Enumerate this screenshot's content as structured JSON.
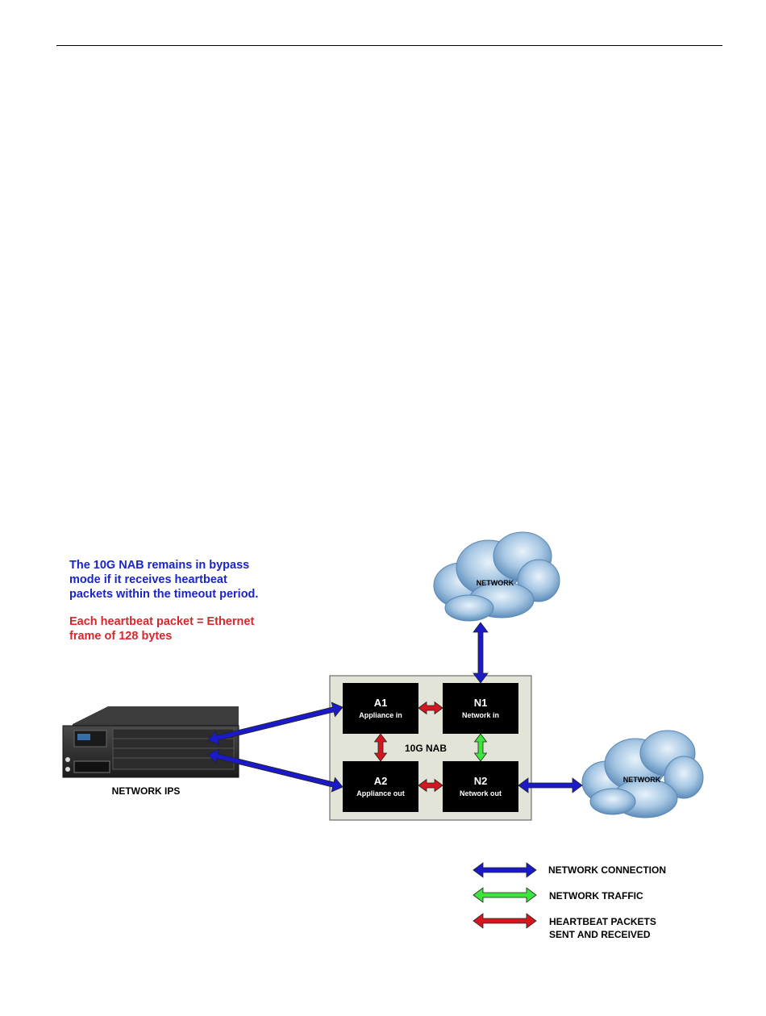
{
  "notes": {
    "bypass": "The 10G NAB remains in bypass\nmode if it receives heartbeat\npackets within the timeout period.",
    "frame": "Each heartbeat packet = Ethernet\nframe of 128 bytes"
  },
  "nab": {
    "label": "10G NAB",
    "ports": [
      {
        "id": "A1",
        "sub": "Appliance in"
      },
      {
        "id": "N1",
        "sub": "Network in"
      },
      {
        "id": "A2",
        "sub": "Appliance out"
      },
      {
        "id": "N2",
        "sub": "Network out"
      }
    ]
  },
  "appliance": {
    "label": "NETWORK IPS"
  },
  "clouds": {
    "top": "NETWORK",
    "right": "NETWORK"
  },
  "legend": {
    "items": [
      {
        "label": "NETWORK CONNECTION",
        "color": "#1a1ac8"
      },
      {
        "label": "NETWORK TRAFFIC",
        "color": "#3ce43c"
      },
      {
        "label": "HEARTBEAT PACKETS\nSENT AND RECEIVED",
        "color": "#d4161e"
      }
    ]
  },
  "colors": {
    "connection": "#1a1ac8",
    "traffic": "#3ce43c",
    "heartbeat": "#d4161e",
    "nab_bg": "#e3e4d8",
    "port_bg": "#000000"
  }
}
